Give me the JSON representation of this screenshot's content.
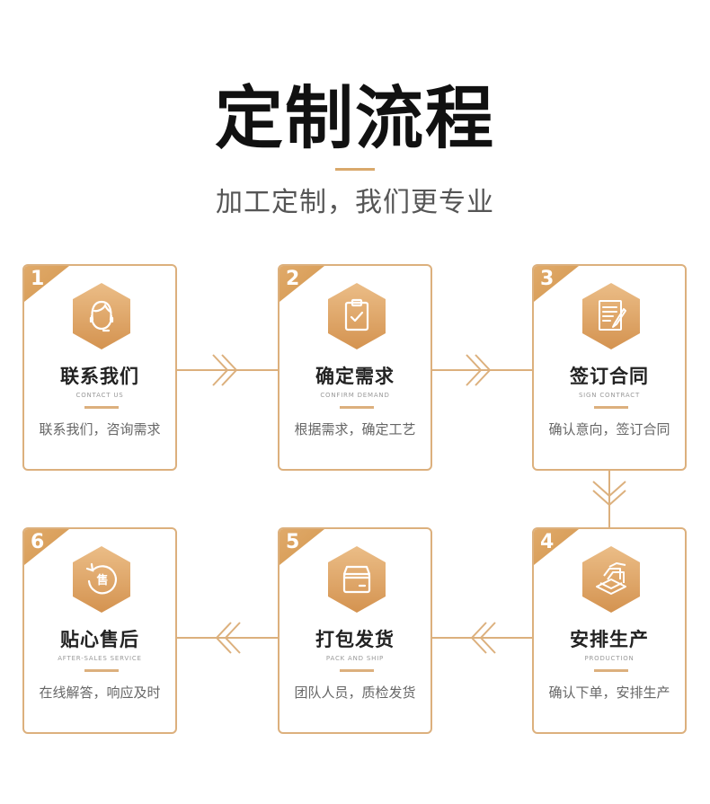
{
  "header": {
    "title": "定制流程",
    "subtitle": "加工定制，我们更专业"
  },
  "colors": {
    "accent": "#dcb07d",
    "hex_gradient_top": "#e8b983",
    "hex_gradient_bottom": "#d4944e"
  },
  "steps": [
    {
      "number": "1",
      "title": "联系我们",
      "subtitle_en": "CONTACT US",
      "description": "联系我们，咨询需求",
      "icon": "customer-service-icon"
    },
    {
      "number": "2",
      "title": "确定需求",
      "subtitle_en": "CONFIRM DEMAND",
      "description": "根据需求，确定工艺",
      "icon": "clipboard-check-icon"
    },
    {
      "number": "3",
      "title": "签订合同",
      "subtitle_en": "SIGN CONTRACT",
      "description": "确认意向，签订合同",
      "icon": "contract-sign-icon"
    },
    {
      "number": "4",
      "title": "安排生产",
      "subtitle_en": "PRODUCTION",
      "description": "确认下单，安排生产",
      "icon": "production-stack-icon"
    },
    {
      "number": "5",
      "title": "打包发货",
      "subtitle_en": "PACK AND SHIP",
      "description": "团队人员，质检发货",
      "icon": "package-box-icon"
    },
    {
      "number": "6",
      "title": "贴心售后",
      "subtitle_en": "AFTER-SALES SERVICE",
      "description": "在线解答，响应及时",
      "icon": "after-sales-icon"
    }
  ]
}
